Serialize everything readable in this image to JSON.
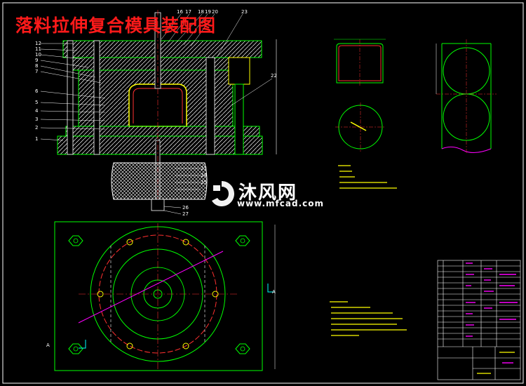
{
  "drawing": {
    "title": "落料拉伸复合模具装配图",
    "top_callouts": [
      "16",
      "17",
      "18",
      "19",
      "20",
      "23"
    ],
    "left_callouts": [
      "12",
      "11",
      "10",
      "9",
      "8",
      "7",
      "6",
      "5",
      "4",
      "3",
      "2",
      "1"
    ],
    "right_callouts": [
      "22",
      "23",
      "24",
      "25",
      "26",
      "27"
    ],
    "right_label": "22",
    "plan_label": "A",
    "plan_dim_left": "A",
    "plan_dim_right": "A"
  },
  "watermark": {
    "brand": "沐风网",
    "url": "www.mfcad.com"
  },
  "colors": {
    "background": "#000000",
    "title": "#ff1a1a",
    "line_green": "#00ff00",
    "line_yellow": "#ffff00",
    "line_white": "#ffffff",
    "line_red": "#ff3030",
    "line_cyan": "#00ffff",
    "line_magenta": "#ff00ff"
  }
}
